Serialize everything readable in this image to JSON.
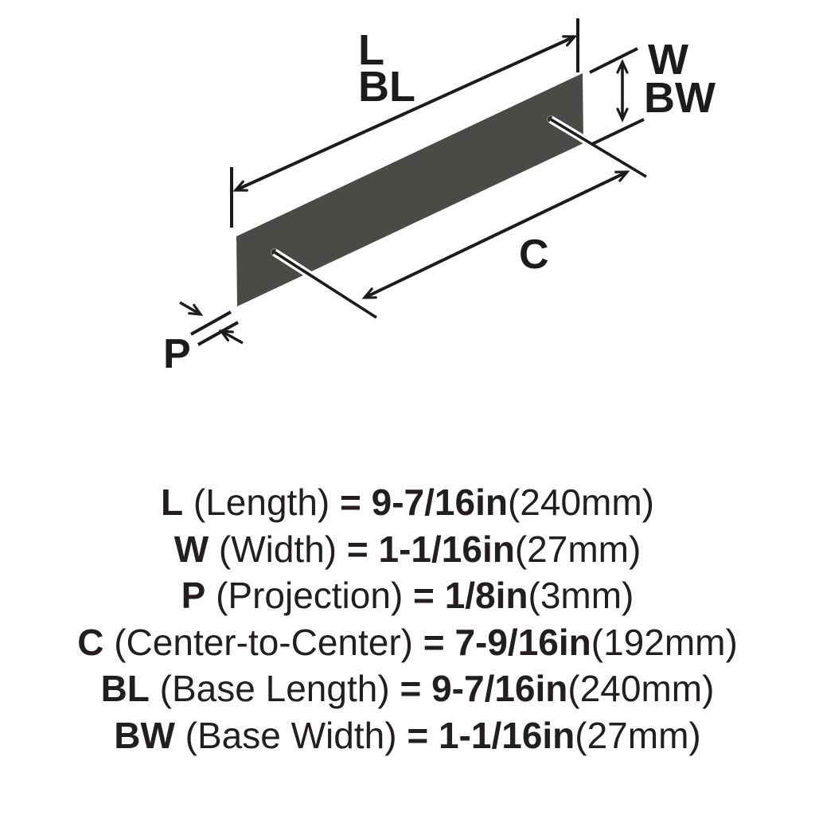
{
  "diagram": {
    "labels": {
      "length": "L",
      "base_length": "BL",
      "width": "W",
      "base_width": "BW",
      "center_to_center": "C",
      "projection": "P"
    },
    "colors": {
      "plate": "#4a4a46",
      "line": "#1c1c1a",
      "text": "#231f20"
    }
  },
  "specs": [
    {
      "label": "L",
      "name": " (Length) ",
      "value": "= 9-7/16in",
      "metric": "(240mm)"
    },
    {
      "label": "W",
      "name": " (Width) ",
      "value": "= 1-1/16in",
      "metric": "(27mm)"
    },
    {
      "label": "P",
      "name": " (Projection) ",
      "value": "= 1/8in",
      "metric": "(3mm)"
    },
    {
      "label": "C",
      "name": " (Center-to-Center) ",
      "value": "= 7-9/16in",
      "metric": "(192mm)"
    },
    {
      "label": "BL",
      "name": " (Base Length) ",
      "value": "= 9-7/16in",
      "metric": "(240mm)"
    },
    {
      "label": "BW",
      "name": " (Base Width) ",
      "value": "= 1-1/16in",
      "metric": "(27mm)"
    }
  ]
}
